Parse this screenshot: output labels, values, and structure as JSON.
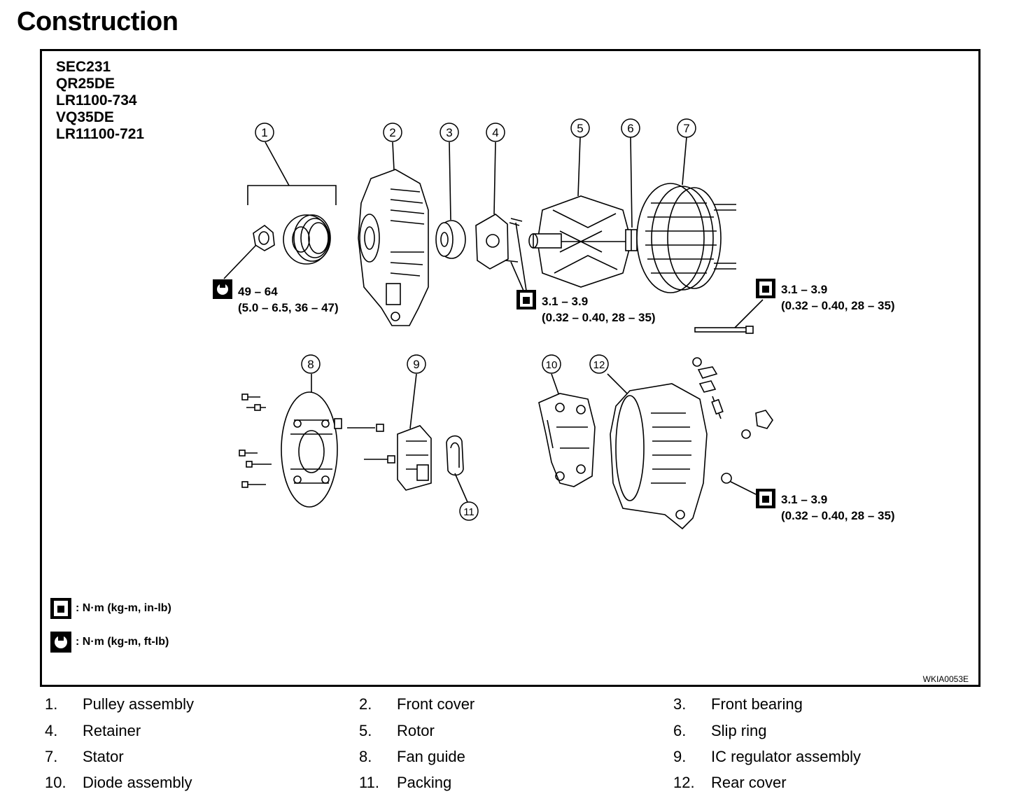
{
  "title": "Construction",
  "models": [
    "SEC231",
    "QR25DE",
    "LR1100-734",
    "VQ35DE",
    "LR11100-721"
  ],
  "callouts": [
    {
      "id": "c1",
      "icon": "open-wrench-icon",
      "value": "49 – 64",
      "units": "(5.0 – 6.5, 36 – 47)"
    },
    {
      "id": "c2",
      "icon": "socket-wrench-icon",
      "value": "3.1 – 3.9",
      "units": "(0.32 – 0.40, 28 – 35)"
    },
    {
      "id": "c3",
      "icon": "socket-wrench-icon",
      "value": "3.1 – 3.9",
      "units": "(0.32 – 0.40, 28 – 35)"
    },
    {
      "id": "c4",
      "icon": "socket-wrench-icon",
      "value": "3.1 – 3.9",
      "units": "(0.32 – 0.40, 28 – 35)"
    }
  ],
  "part_numbers": [
    "1",
    "2",
    "3",
    "4",
    "5",
    "6",
    "7",
    "8",
    "9",
    "10",
    "11",
    "12"
  ],
  "legend": [
    {
      "icon": "socket-wrench-icon",
      "text": ": N·m (kg-m, in-lb)"
    },
    {
      "icon": "open-wrench-icon",
      "text": ": N·m (kg-m, ft-lb)"
    }
  ],
  "figure_code": "WKIA0053E",
  "parts": [
    {
      "num": "1.",
      "name": "Pulley assembly"
    },
    {
      "num": "2.",
      "name": "Front cover"
    },
    {
      "num": "3.",
      "name": "Front bearing"
    },
    {
      "num": "4.",
      "name": "Retainer"
    },
    {
      "num": "5.",
      "name": "Rotor"
    },
    {
      "num": "6.",
      "name": "Slip ring"
    },
    {
      "num": "7.",
      "name": "Stator"
    },
    {
      "num": "8.",
      "name": "Fan guide"
    },
    {
      "num": "9.",
      "name": "IC regulator assembly"
    },
    {
      "num": "10.",
      "name": "Diode assembly"
    },
    {
      "num": "11.",
      "name": "Packing"
    },
    {
      "num": "12.",
      "name": "Rear cover"
    }
  ]
}
